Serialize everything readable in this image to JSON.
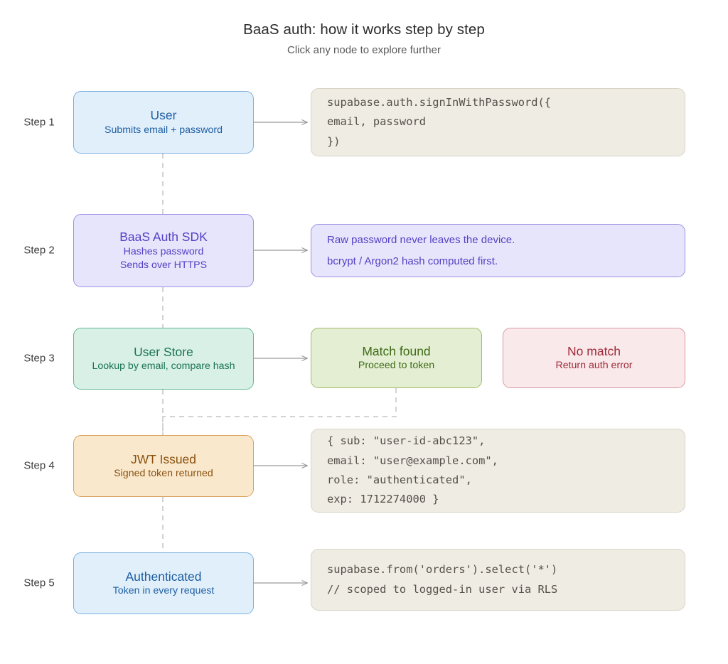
{
  "header": {
    "title": "BaaS auth: how it works step by step",
    "subtitle": "Click any node to explore further"
  },
  "steps": [
    {
      "label": "Step 1"
    },
    {
      "label": "Step 2"
    },
    {
      "label": "Step 3"
    },
    {
      "label": "Step 4"
    },
    {
      "label": "Step 5"
    }
  ],
  "nodes": {
    "user": {
      "title": "User",
      "sub1": "Submits email + password",
      "sub2": ""
    },
    "sdk": {
      "title": "BaaS Auth SDK",
      "sub1": "Hashes password",
      "sub2": "Sends over HTTPS"
    },
    "store": {
      "title": "User Store",
      "sub1": "Lookup by email, compare hash",
      "sub2": ""
    },
    "match": {
      "title": "Match found",
      "sub1": "Proceed to token",
      "sub2": ""
    },
    "nomatch": {
      "title": "No match",
      "sub1": "Return auth error",
      "sub2": ""
    },
    "jwt": {
      "title": "JWT Issued",
      "sub1": "Signed token returned",
      "sub2": ""
    },
    "authenticated": {
      "title": "Authenticated",
      "sub1": "Token in every request",
      "sub2": ""
    }
  },
  "panels": {
    "signin": {
      "lines": [
        "supabase.auth.signInWithPassword({",
        "email, password",
        "})"
      ]
    },
    "hashing": {
      "lines": [
        "Raw password never leaves the device.",
        "bcrypt / Argon2 hash computed first."
      ]
    },
    "jwt_payload": {
      "lines": [
        "{ sub: \"user-id-abc123\",",
        "email: \"user@example.com\",",
        "role: \"authenticated\",",
        "exp: 1712274000 }"
      ]
    },
    "query": {
      "lines": [
        "supabase.from('orders').select('*')",
        "// scoped to logged-in user via RLS"
      ]
    }
  },
  "colors": {
    "blue": "#1e5fa3",
    "purple": "#5341c4",
    "teal": "#197450",
    "green": "#3f6b17",
    "red": "#9e2b3a",
    "orange": "#8a5311",
    "connector": "#9a9a9a",
    "dashed": "#d0d0d0"
  }
}
